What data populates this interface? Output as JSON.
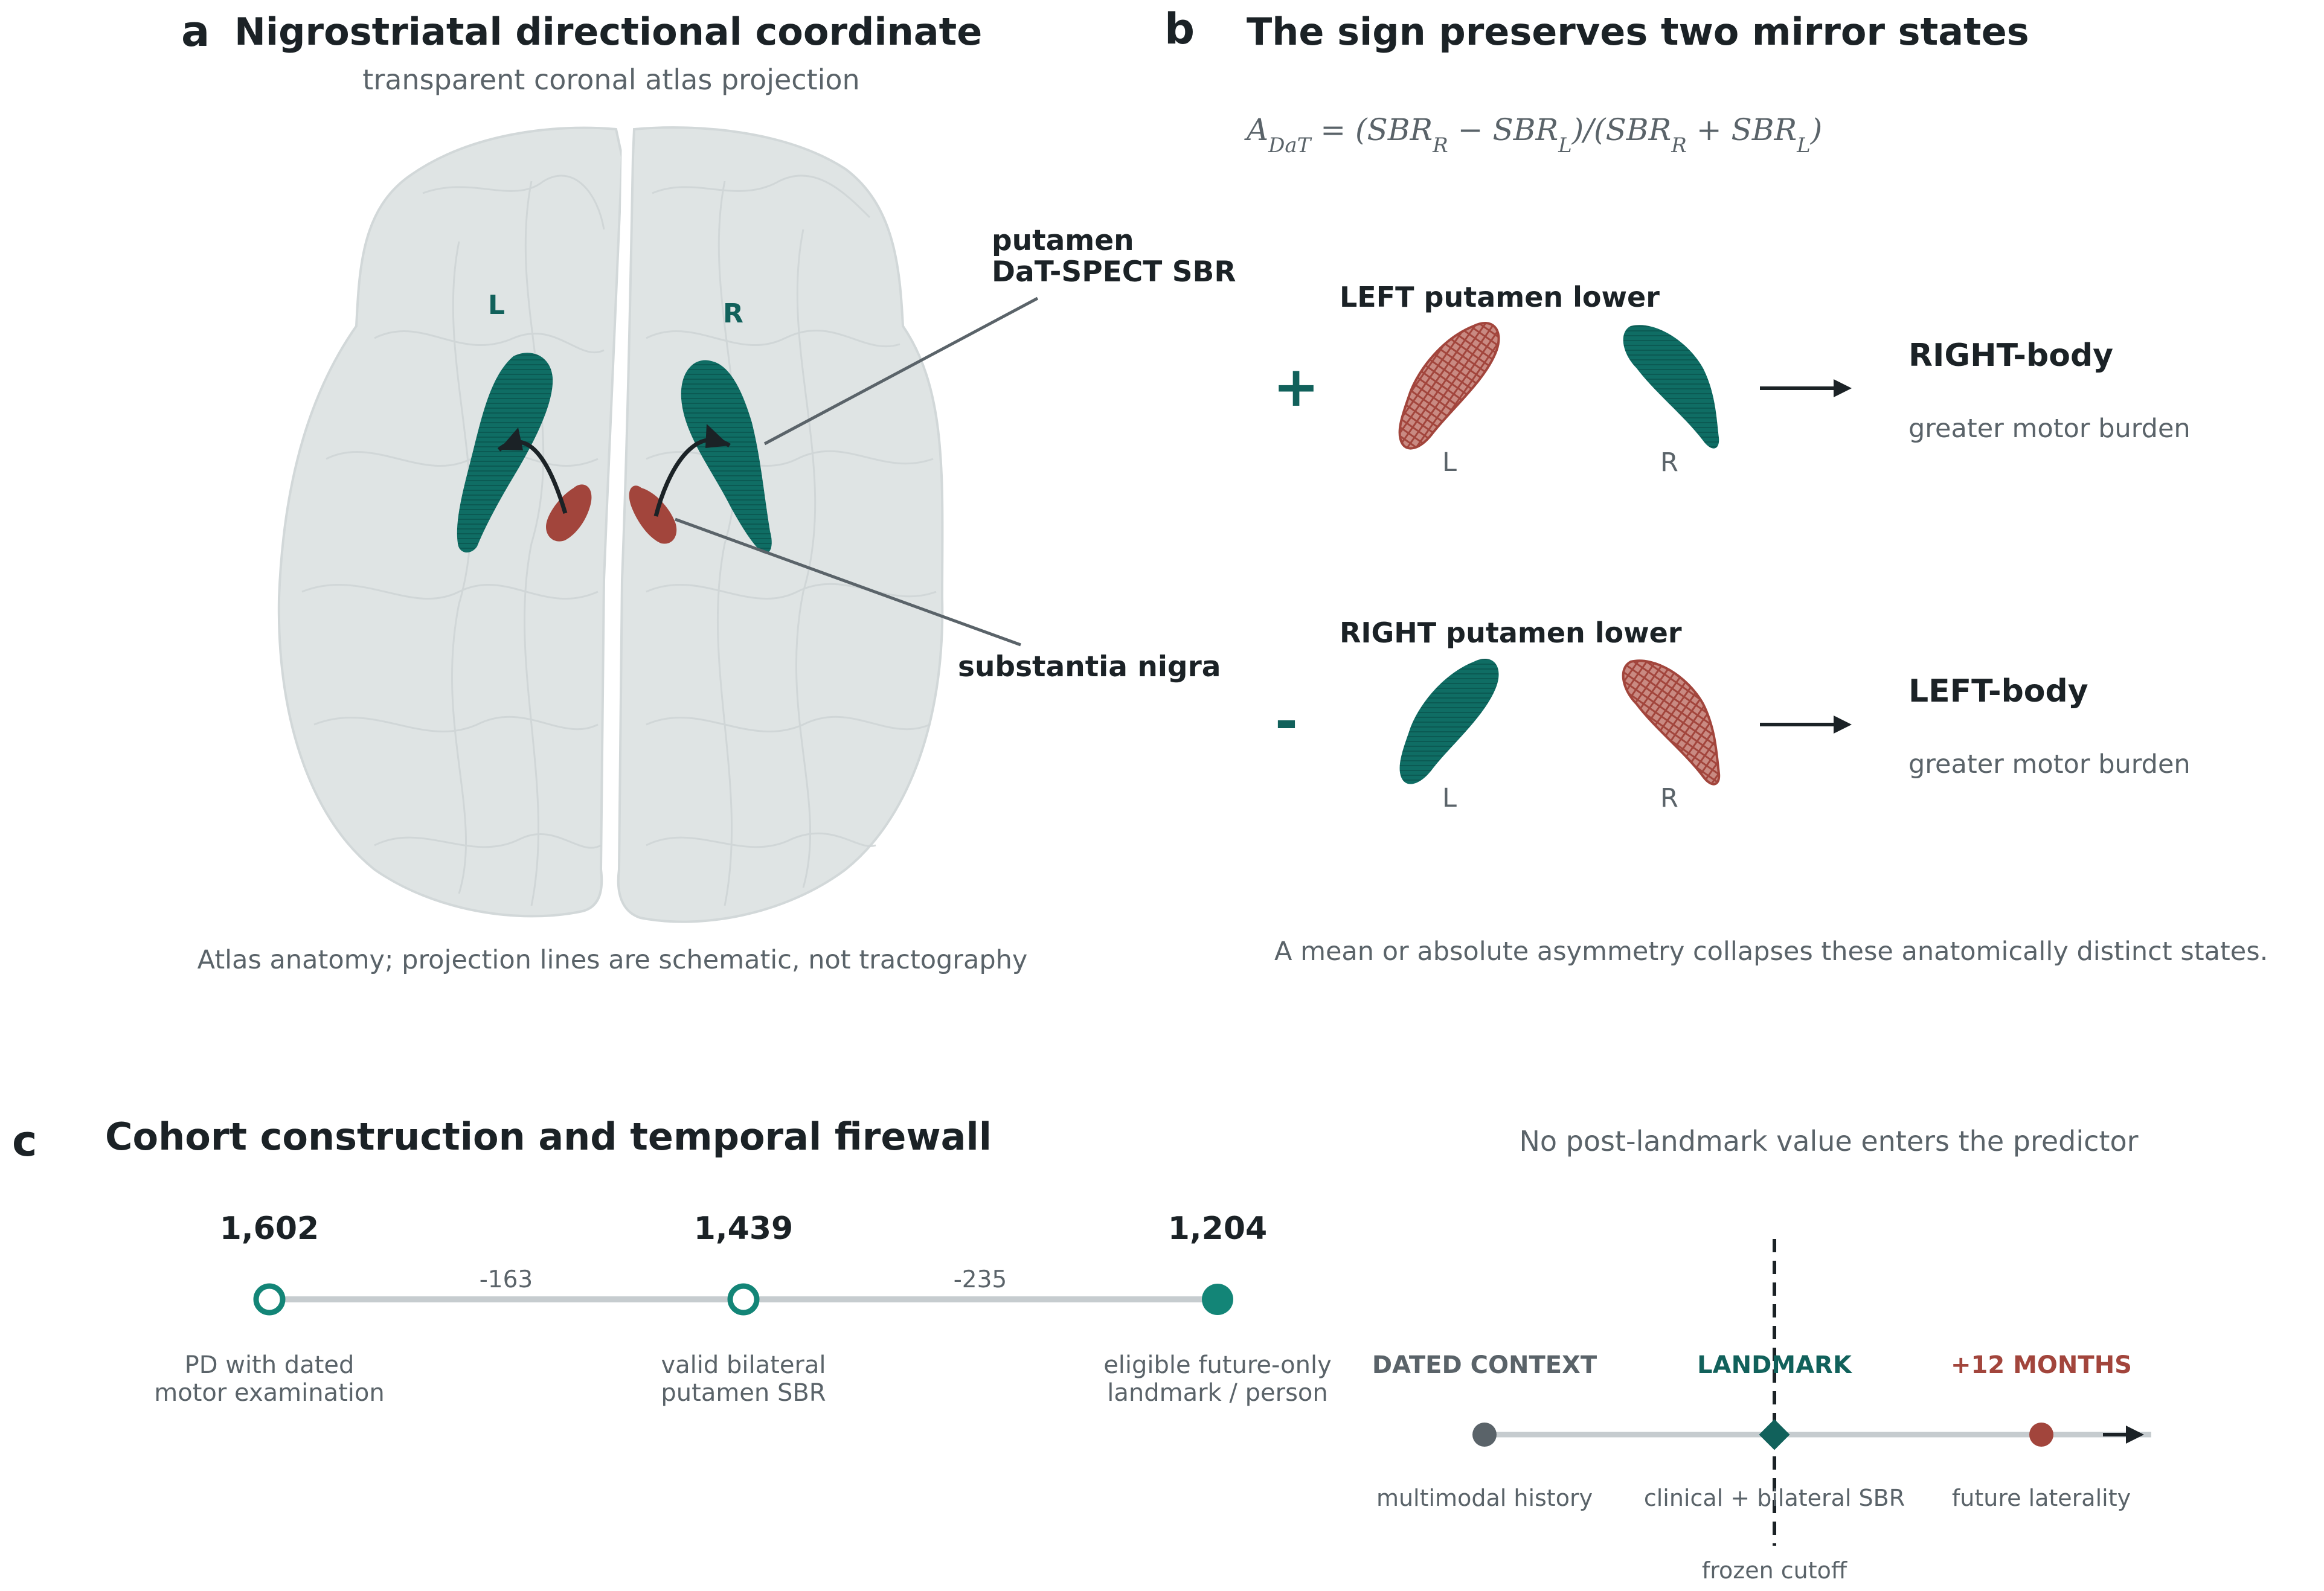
{
  "colors": {
    "teal": "#0f6d64",
    "teal_dark": "#11615b",
    "teal_bright": "#138577",
    "rust": "#a2453c",
    "brain_fill": "#dfe4e4",
    "gray_line": "#c6cccf",
    "text": "#1b2226",
    "muted": "#5a6369"
  },
  "panel_a": {
    "letter": "a",
    "title": "Nigrostriatal directional coordinate",
    "subtitle": "transparent coronal atlas projection",
    "left_label": "L",
    "right_label": "R",
    "callout_putamen_line1": "putamen",
    "callout_putamen_line2": "DaT-SPECT SBR",
    "callout_nigra": "substantia nigra",
    "footnote": "Atlas anatomy; projection lines are schematic, not tractography"
  },
  "panel_b": {
    "letter": "b",
    "title": "The sign preserves two mirror states",
    "formula": "A_DaT = (SBR_R − SBR_L)/(SBR_R + SBR_L)",
    "states": [
      {
        "sign": "+",
        "heading": "LEFT putamen lower",
        "left_label": "L",
        "right_label": "R",
        "lower_side": "left",
        "body_label": "RIGHT-body",
        "burden": "greater motor burden"
      },
      {
        "sign": "-",
        "heading": "RIGHT putamen lower",
        "left_label": "L",
        "right_label": "R",
        "lower_side": "right",
        "body_label": "LEFT-body",
        "burden": "greater motor burden"
      }
    ],
    "footnote": "A mean or absolute asymmetry collapses these anatomically distinct states."
  },
  "panel_c": {
    "letter": "c",
    "title": "Cohort construction and temporal firewall",
    "cohort": [
      {
        "count": "1,602",
        "label_line1": "PD with dated",
        "label_line2": "motor examination"
      },
      {
        "count": "1,439",
        "label_line1": "valid bilateral",
        "label_line2": "putamen SBR"
      },
      {
        "count": "1,204",
        "label_line1": "eligible future-only",
        "label_line2": "landmark / person"
      }
    ],
    "exclusions": [
      "-163",
      "-235"
    ],
    "firewall": {
      "header": "No post-landmark value enters the predictor",
      "phases": [
        {
          "name": "DATED CONTEXT",
          "desc": "multimodal history",
          "color": "#5a6369"
        },
        {
          "name": "LANDMARK",
          "desc": "clinical + bilateral SBR",
          "color": "#11615b"
        },
        {
          "name": "+12 MONTHS",
          "desc": "future laterality",
          "color": "#a2453c"
        }
      ],
      "cutoff_label": "frozen cutoff"
    }
  }
}
